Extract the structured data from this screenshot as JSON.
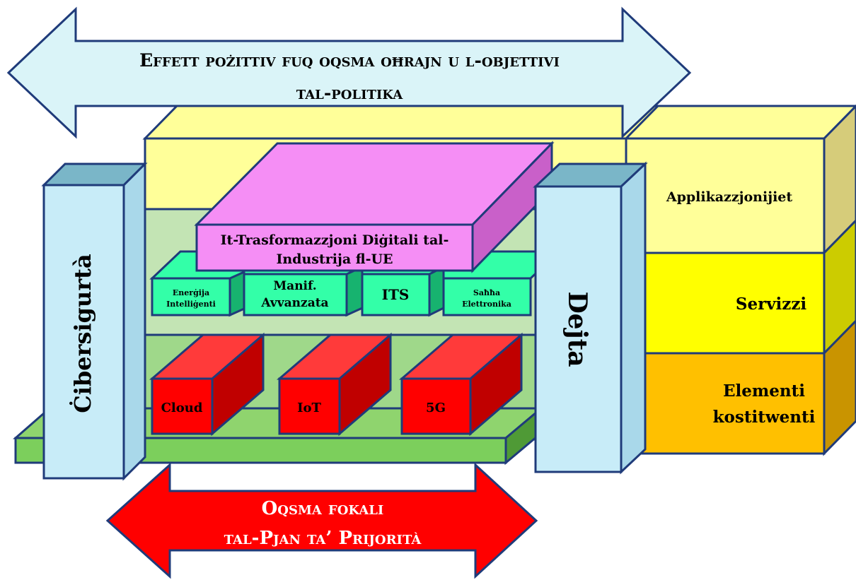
{
  "top_arrow": {
    "line1": "Effett pożittiv fuq oqsma oħrajn u l-objettivi",
    "line2": "tal-politika"
  },
  "right_stack": {
    "applications": "Applikazzjonijiet",
    "services": "Servizzi",
    "components_line1": "Elementi",
    "components_line2": "kostitwenti"
  },
  "pillars": {
    "cybersecurity": "Ċibersigurtà",
    "data": "Dejta"
  },
  "transformation": {
    "line1": "It-Trasformazzjoni Diġitali tal-",
    "line2": "Industrija fl-UE"
  },
  "sectors": [
    {
      "line1": "Enerġija",
      "line2": "Intelliġenti"
    },
    {
      "line1": "Manif.",
      "line2": "Avvanzata"
    },
    {
      "line1": "ITS",
      "line2": ""
    },
    {
      "line1": "Saħħa",
      "line2": "Elettronika"
    }
  ],
  "technologies": [
    "Cloud",
    "IoT",
    "5G"
  ],
  "bottom_arrow": {
    "line1": "Oqsma fokali",
    "line2": "tal-Pjan ta’ Prijorità"
  },
  "colors": {
    "light_cyan": "#daf4f8",
    "pale_yellow": "#ffff99",
    "yellow": "#ffff00",
    "orange": "#ffc000",
    "green": "#7ccf5c",
    "teal": "#33ffa8",
    "pink": "#f58ef5",
    "red": "#ff0000",
    "pillar_blue": "#c8ecf8"
  }
}
